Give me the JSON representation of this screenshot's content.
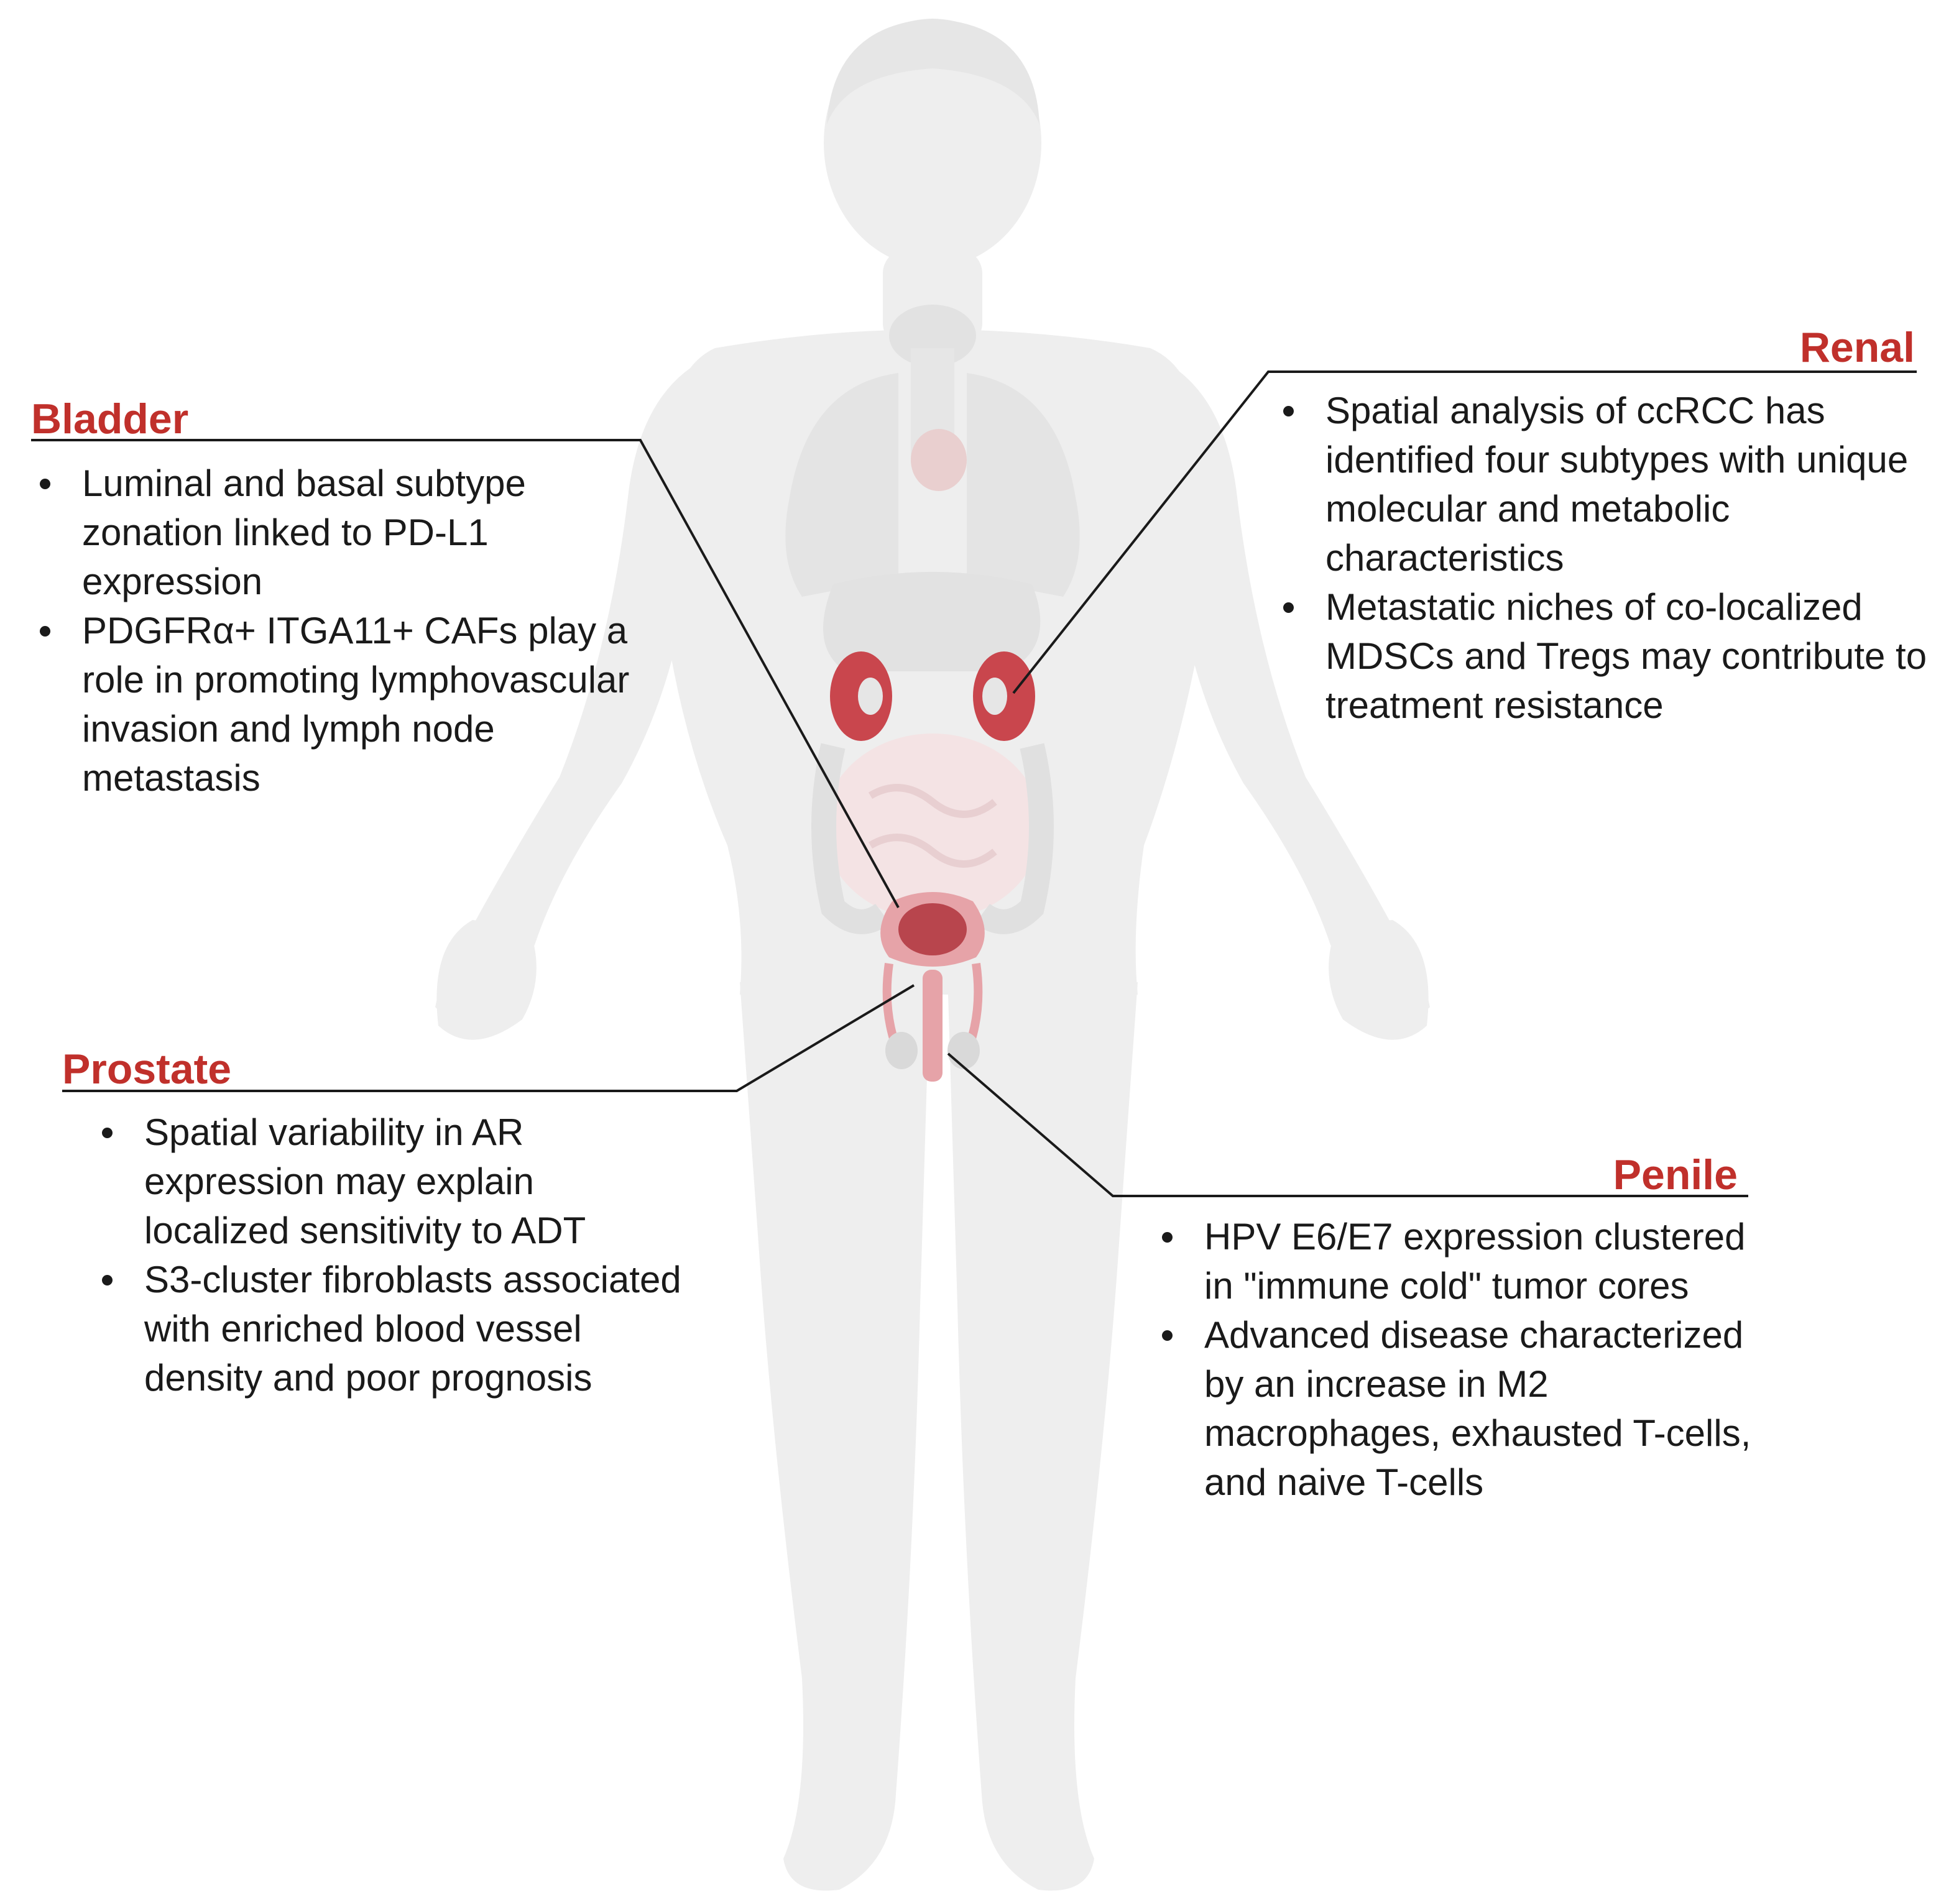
{
  "colors": {
    "title": "#c0302b",
    "line": "#1a1a1a",
    "silhouette": "#eeeeee",
    "organ_gray": "#e2e2e2",
    "kidney": "#c9464d",
    "bladder": "#b8454d",
    "reproductive": "#e6a3a8",
    "intestine": "#f4e3e4"
  },
  "panels": {
    "bladder": {
      "title": "Bladder",
      "bullets": [
        "Luminal and basal subtype zonation linked to PD-L1 expression",
        "PDGFRα+ ITGA11+ CAFs play a role in promoting lymphovascular invasion and lymph node metastasis"
      ]
    },
    "renal": {
      "title": "Renal",
      "bullets": [
        "Spatial analysis of ccRCC has identified four subtypes with unique molecular and metabolic characteristics",
        "Metastatic niches of co-localized MDSCs and Tregs may contribute to treatment resistance"
      ]
    },
    "prostate": {
      "title": "Prostate",
      "bullets": [
        "Spatial variability in AR expression may explain localized sensitivity to ADT",
        "S3-cluster fibroblasts associated with enriched blood vessel density and poor prognosis"
      ]
    },
    "penile": {
      "title": "Penile",
      "bullets": [
        "HPV E6/E7 expression clustered in \"immune cold\" tumor cores",
        "Advanced disease characterized by an increase in M2 macrophages, exhausted T-cells, and naive T-cells"
      ]
    }
  }
}
